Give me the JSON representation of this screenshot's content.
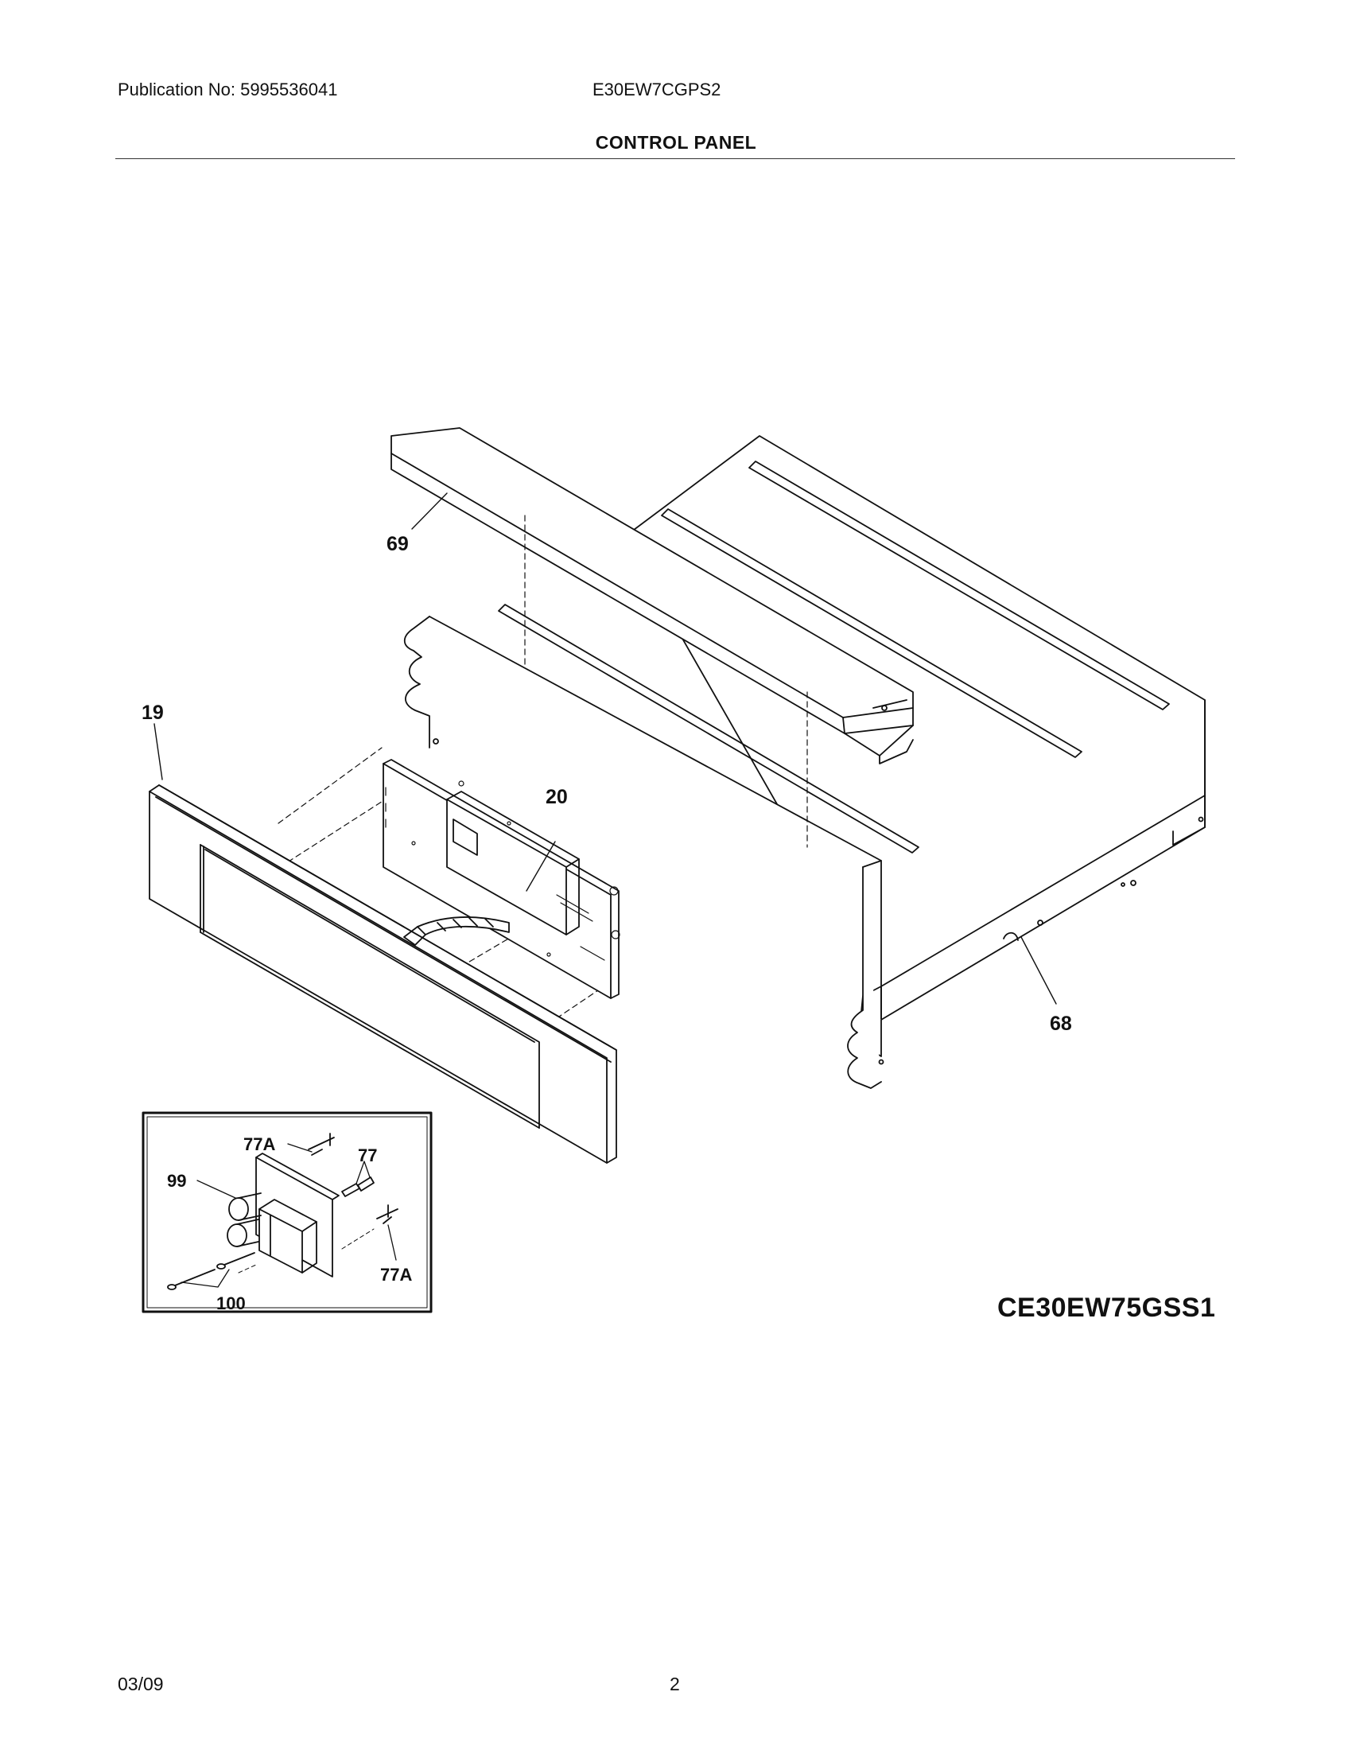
{
  "header": {
    "publication": "Publication No: 5995536041",
    "model": "E30EW7CGPS2",
    "section_title": "CONTROL PANEL"
  },
  "callouts": {
    "c69": "69",
    "c19": "19",
    "c20": "20",
    "c68": "68",
    "c77a_top": "77A",
    "c77": "77",
    "c99": "99",
    "c77a_bottom": "77A",
    "c100": "100"
  },
  "variant_model": "CE30EW75GSS1",
  "footer": {
    "date": "03/09",
    "page": "2"
  }
}
